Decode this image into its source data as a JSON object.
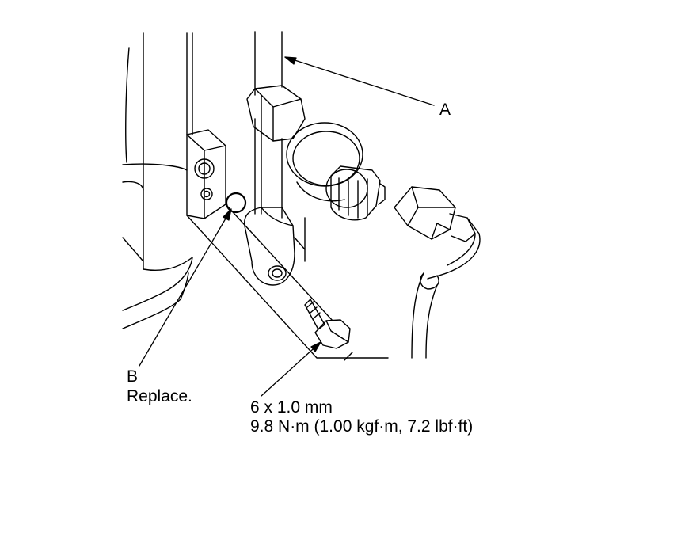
{
  "callouts": {
    "a": {
      "letter": "A"
    },
    "b": {
      "letter": "B",
      "note": "Replace."
    }
  },
  "bolt_spec": {
    "size": "6 x 1.0 mm",
    "torque": "9.8 N·m (1.00 kgf·m, 7.2 lbf·ft)"
  }
}
